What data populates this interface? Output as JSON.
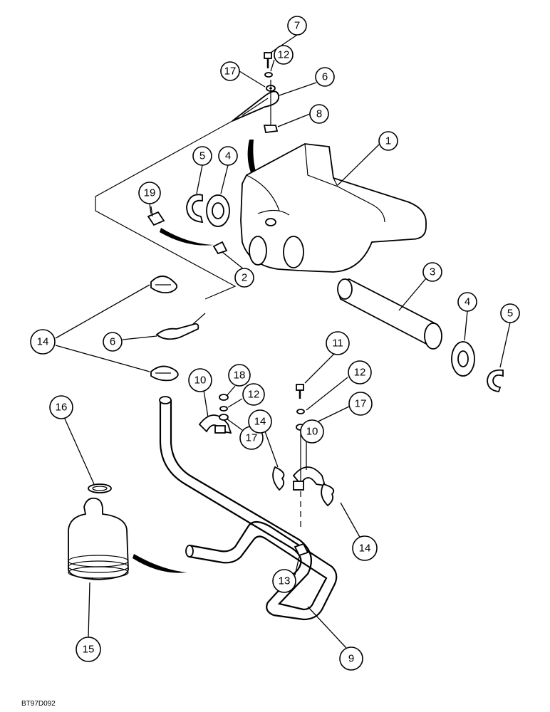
{
  "figure_code": "BT97D092",
  "callouts": [
    "7",
    "12",
    "17",
    "6",
    "8",
    "1",
    "5",
    "4",
    "19",
    "2",
    "3",
    "4",
    "5",
    "14",
    "6",
    "14",
    "11",
    "12",
    "17",
    "18",
    "12",
    "10",
    "17",
    "14",
    "10",
    "14",
    "16",
    "13",
    "15",
    "9"
  ]
}
